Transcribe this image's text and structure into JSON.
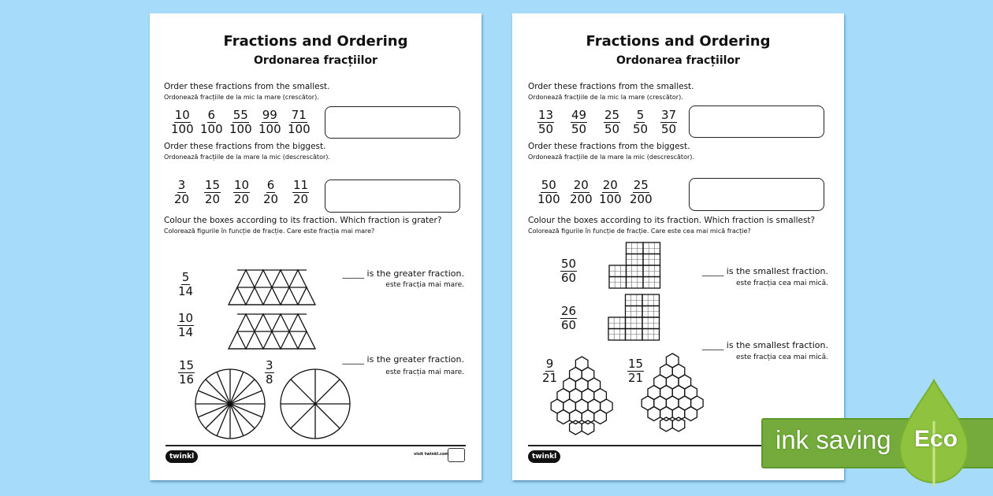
{
  "pages": [
    {
      "title": "Fractions and Ordering",
      "subtitle": "Ordonarea fracțiilor",
      "q1": {
        "en": "Order these fractions from the smallest.",
        "ro": "Ordonează fracțiile de la mic la mare (crescător).",
        "fractions": [
          {
            "num": "10",
            "den": "100"
          },
          {
            "num": "6",
            "den": "100"
          },
          {
            "num": "55",
            "den": "100"
          },
          {
            "num": "99",
            "den": "100"
          },
          {
            "num": "71",
            "den": "100"
          }
        ]
      },
      "q2": {
        "en": "Order these fractions from the biggest.",
        "ro": "Ordonează fracțiile de la mare la mic (descrescător).",
        "fractions": [
          {
            "num": "3",
            "den": "20"
          },
          {
            "num": "15",
            "den": "20"
          },
          {
            "num": "10",
            "den": "20"
          },
          {
            "num": "6",
            "den": "20"
          },
          {
            "num": "11",
            "den": "20"
          }
        ]
      },
      "q3": {
        "en": "Colour the boxes according to its fraction. Which fraction is grater?",
        "ro": "Colorează figurile în funcție de  fracție. Care este fracția mai mare?",
        "pairs": [
          {
            "a": {
              "num": "5",
              "den": "14"
            },
            "b": {
              "num": "10",
              "den": "14"
            },
            "shape": "triangles",
            "answer_en": "_____ is the greater fraction.",
            "answer_ro": "este fracția mai mare."
          },
          {
            "a": {
              "num": "15",
              "den": "16"
            },
            "b": {
              "num": "3",
              "den": "8"
            },
            "shape": "circles",
            "answer_en": "_____ is the greater fraction.",
            "answer_ro": "este fracția mai mare."
          }
        ]
      },
      "footer": {
        "logo": "twinkl",
        "visit": "visit twinkl.com"
      }
    },
    {
      "title": "Fractions and Ordering",
      "subtitle": "Ordonarea fracțiilor",
      "q1": {
        "en": "Order these fractions from the smallest.",
        "ro": "Ordonează fracțiile de la mic la mare (crescător).",
        "fractions": [
          {
            "num": "13",
            "den": "50"
          },
          {
            "num": "49",
            "den": "50"
          },
          {
            "num": "25",
            "den": "50"
          },
          {
            "num": "5",
            "den": "50"
          },
          {
            "num": "37",
            "den": "50"
          }
        ]
      },
      "q2": {
        "en": "Order these fractions from the biggest.",
        "ro": "Ordonează fracțiile de la mare la mic (descrescător).",
        "fractions": [
          {
            "num": "50",
            "den": "100"
          },
          {
            "num": "20",
            "den": "200"
          },
          {
            "num": "20",
            "den": "100"
          },
          {
            "num": "25",
            "den": "200"
          }
        ]
      },
      "q3": {
        "en": "Colour the boxes according to its fraction. Which fraction is smallest?",
        "ro": "Colorează figurile în funcție de  fracție. Care este cea mai mică fracție?",
        "pairs": [
          {
            "a": {
              "num": "50",
              "den": "60"
            },
            "b": {
              "num": "26",
              "den": "60"
            },
            "shape": "grids",
            "answer_en": "_____ is the smallest fraction.",
            "answer_ro": "este fracția cea mai mică."
          },
          {
            "a": {
              "num": "9",
              "den": "21"
            },
            "b": {
              "num": "15",
              "den": "21"
            },
            "shape": "hexagons",
            "answer_en": "_____ is the smallest fraction.",
            "answer_ro": "este fracția cea mai mică."
          }
        ]
      },
      "footer": {
        "logo": "twinkl"
      }
    }
  ],
  "eco": {
    "label": "ink saving",
    "word": "Eco",
    "green": "#74ab3c",
    "leaf": "#8fc23f"
  },
  "background": "#a6dbfa"
}
